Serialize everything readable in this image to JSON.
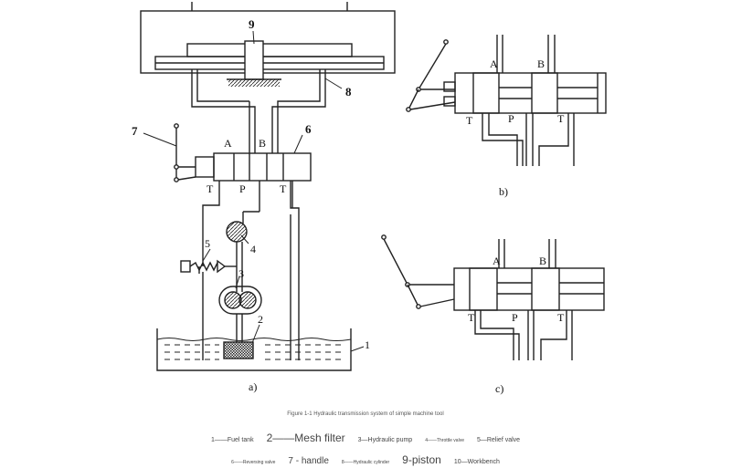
{
  "diagram": {
    "labels_a": {
      "n1": "1",
      "n2": "2",
      "n3": "3",
      "n4": "4",
      "n5": "5",
      "n6": "6",
      "n7": "7",
      "n8": "8",
      "n9": "9",
      "A": "A",
      "B": "B",
      "T1": "T",
      "P": "P",
      "T2": "T"
    },
    "labels_b": {
      "A": "A",
      "B": "B",
      "T1": "T",
      "P": "P",
      "T2": "T"
    },
    "labels_c": {
      "A": "A",
      "B": "B",
      "T1": "T",
      "P": "P",
      "T2": "T"
    },
    "sublabel_a": "a)",
    "sublabel_b": "b)",
    "sublabel_c": "c)"
  },
  "caption": "Figure 1-1 Hydraulic transmission system of simple machine tool",
  "legend": {
    "row1": [
      "1——Fuel tank",
      "2——Mesh filter",
      "3—Hydraulic pump",
      "4——Throttle valve",
      "5—Relief valve"
    ],
    "row2": [
      "6——Reversing valve",
      "7 - handle",
      "8——Hydraulic cylinder",
      "9-piston",
      "10—Workbench"
    ]
  }
}
